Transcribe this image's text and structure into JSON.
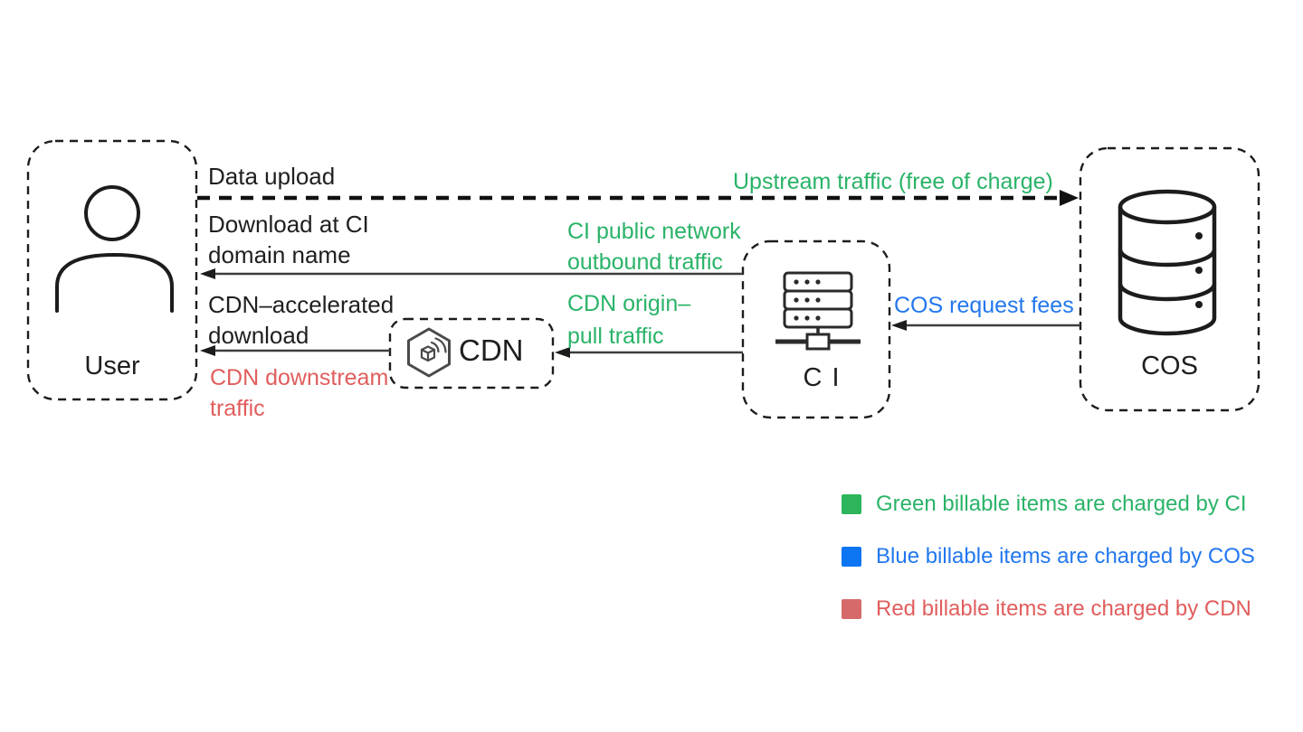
{
  "diagram_title": "CI / COS / CDN traffic and billing flow",
  "colors": {
    "green_text": "#2ab368",
    "blue_text": "#2277ee",
    "red_text": "#e15d5d",
    "black_text": "#1f1f1f",
    "legend_green": "#2cb55a",
    "legend_blue": "#0b75f2",
    "legend_red": "#d66a6a",
    "line": "#3d3d3d"
  },
  "nodes": {
    "user": {
      "label": "User",
      "icon": "person-icon"
    },
    "cdn": {
      "label": "CDN",
      "icon": "cdn-hexagon-icon"
    },
    "ci": {
      "label": "CI",
      "icon": "server-icon"
    },
    "cos": {
      "label": "COS",
      "icon": "database-icon"
    }
  },
  "labels": {
    "data_upload": "Data upload",
    "upstream": "Upstream traffic (free of charge)",
    "download_ci_line1": "Download at CI",
    "download_ci_line2": "domain name",
    "ci_public_line1": "CI public network",
    "ci_public_line2": "outbound traffic",
    "cdn_accel_line1": "CDN–accelerated",
    "cdn_accel_line2": "download",
    "cdn_origin_line1": "CDN origin–",
    "cdn_origin_line2": "pull traffic",
    "cdn_downstream_line1": "CDN downstream",
    "cdn_downstream_line2": "traffic",
    "cos_request": "COS request fees"
  },
  "edges": [
    {
      "from": "user",
      "to": "cos",
      "style": "dashed",
      "labels": [
        "Data upload",
        "Upstream traffic (free of charge)"
      ]
    },
    {
      "from": "ci",
      "to": "user",
      "style": "solid",
      "labels": [
        "Download at CI domain name",
        "CI public network outbound traffic"
      ]
    },
    {
      "from": "ci",
      "to": "cdn",
      "style": "solid",
      "labels": [
        "CDN origin–pull traffic"
      ]
    },
    {
      "from": "cdn",
      "to": "user",
      "style": "solid",
      "labels": [
        "CDN–accelerated download",
        "CDN downstream traffic"
      ]
    },
    {
      "from": "cos",
      "to": "ci",
      "style": "solid",
      "labels": [
        "COS request fees"
      ]
    }
  ],
  "legend": {
    "items": [
      {
        "color": "#2cb55a",
        "text": "Green billable items are charged by CI"
      },
      {
        "color": "#0b75f2",
        "text": "Blue billable items are charged by COS"
      },
      {
        "color": "#d66a6a",
        "text": "Red billable items are charged by CDN"
      }
    ]
  }
}
